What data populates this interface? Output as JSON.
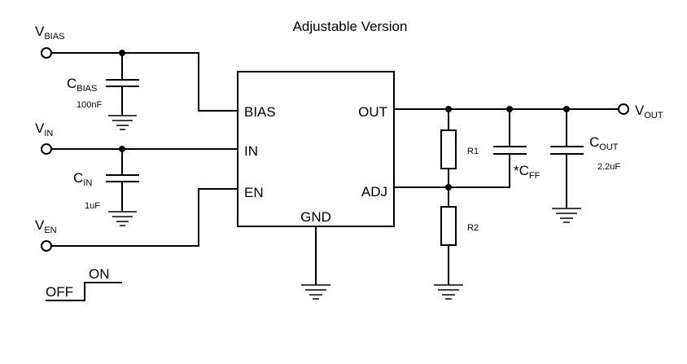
{
  "title": "Adjustable Version",
  "terminals": {
    "vbias": {
      "main": "V",
      "sub": "BIAS"
    },
    "vin": {
      "main": "V",
      "sub": "IN"
    },
    "ven": {
      "main": "V",
      "sub": "EN"
    },
    "vout": {
      "main": "V",
      "sub": "OUT"
    }
  },
  "ic": {
    "pins": {
      "bias": "BIAS",
      "in": "IN",
      "en": "EN",
      "out": "OUT",
      "adj": "ADJ",
      "gnd": "GND"
    }
  },
  "components": {
    "cbias": {
      "main": "C",
      "sub": "BIAS",
      "value": "100nF"
    },
    "cin": {
      "main": "C",
      "sub": "IN",
      "value": "1uF"
    },
    "cff": {
      "main": "*C",
      "sub": "FF"
    },
    "cout": {
      "main": "C",
      "sub": "OUT",
      "value": "2.2uF"
    },
    "r1": {
      "label": "R1"
    },
    "r2": {
      "label": "R2"
    }
  },
  "enable": {
    "off": "OFF",
    "on": "ON"
  }
}
